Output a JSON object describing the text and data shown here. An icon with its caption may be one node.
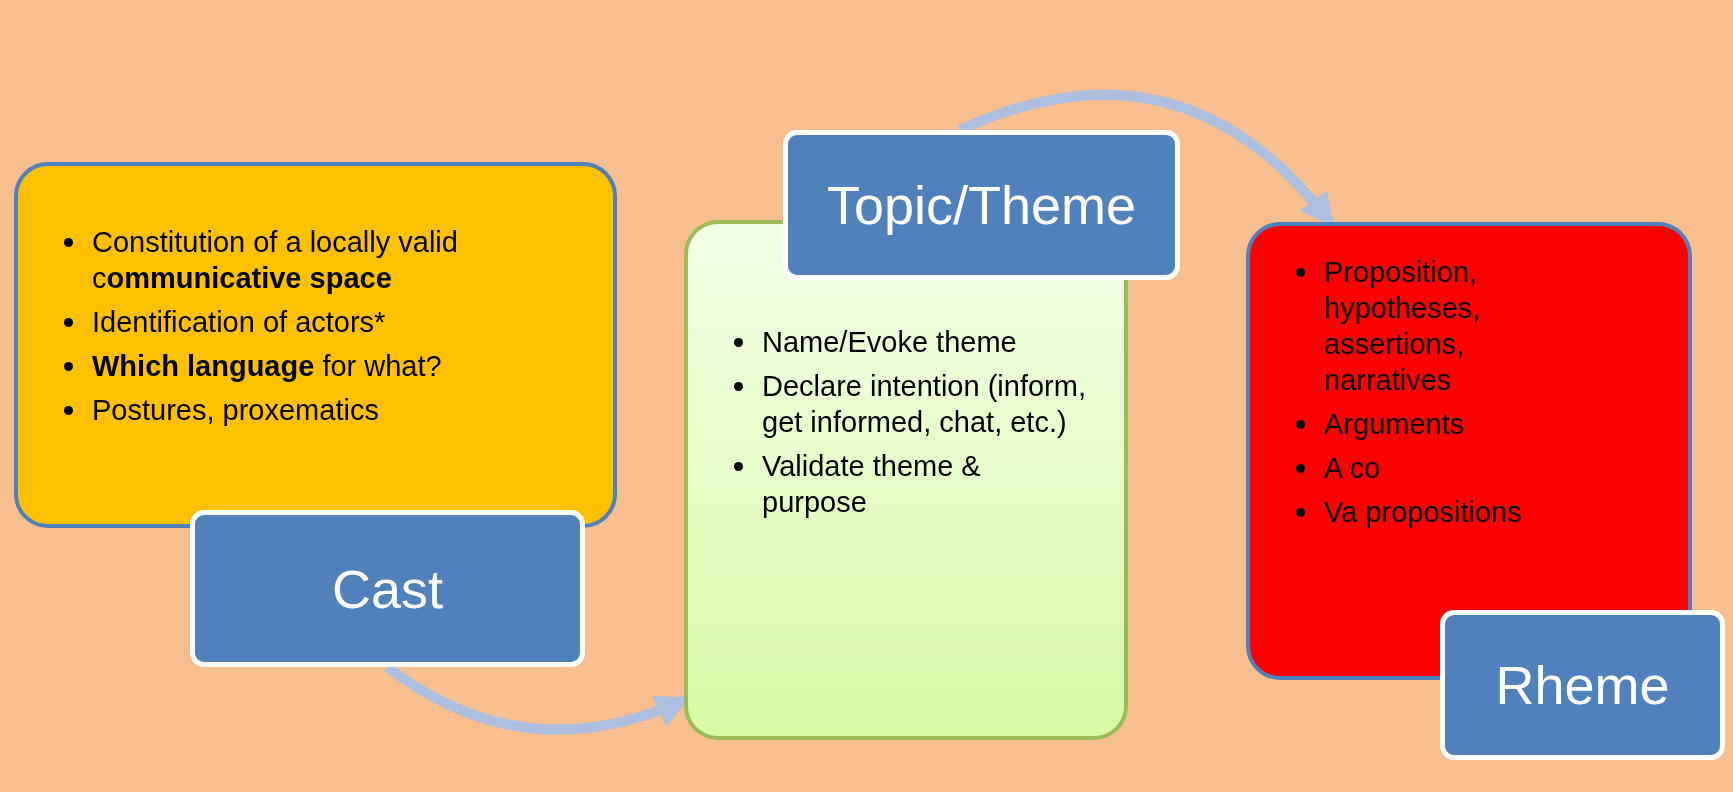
{
  "diagram": {
    "nodes": [
      {
        "text": [
          "Constitution of a locally valid c**ommunicative space**",
          "Identification of actors*",
          "**Which language** for what?",
          "Postures, proxematics"
        ]
      },
      {
        "text": [
          "Cast"
        ]
      },
      {
        "text": [
          "Topic/Theme"
        ]
      },
      {
        "text": [
          "Name/Evoke theme",
          "Declare intention (inform, get informed, chat, etc.)",
          "Validate  theme & purpose"
        ]
      },
      {
        "text": [
          "Proposition, hypotheses, assertions, narratives",
          "Arguments",
          "A co",
          "Va propositions"
        ]
      },
      {
        "text": [
          "Rheme"
        ]
      }
    ],
    "edges": [
      {
        "from": 1,
        "to": 3,
        "arrow": "to",
        "color": "#adbfe0"
      },
      {
        "from": 2,
        "to": 4,
        "arrow": "to",
        "color": "#adbfe0"
      }
    ]
  }
}
